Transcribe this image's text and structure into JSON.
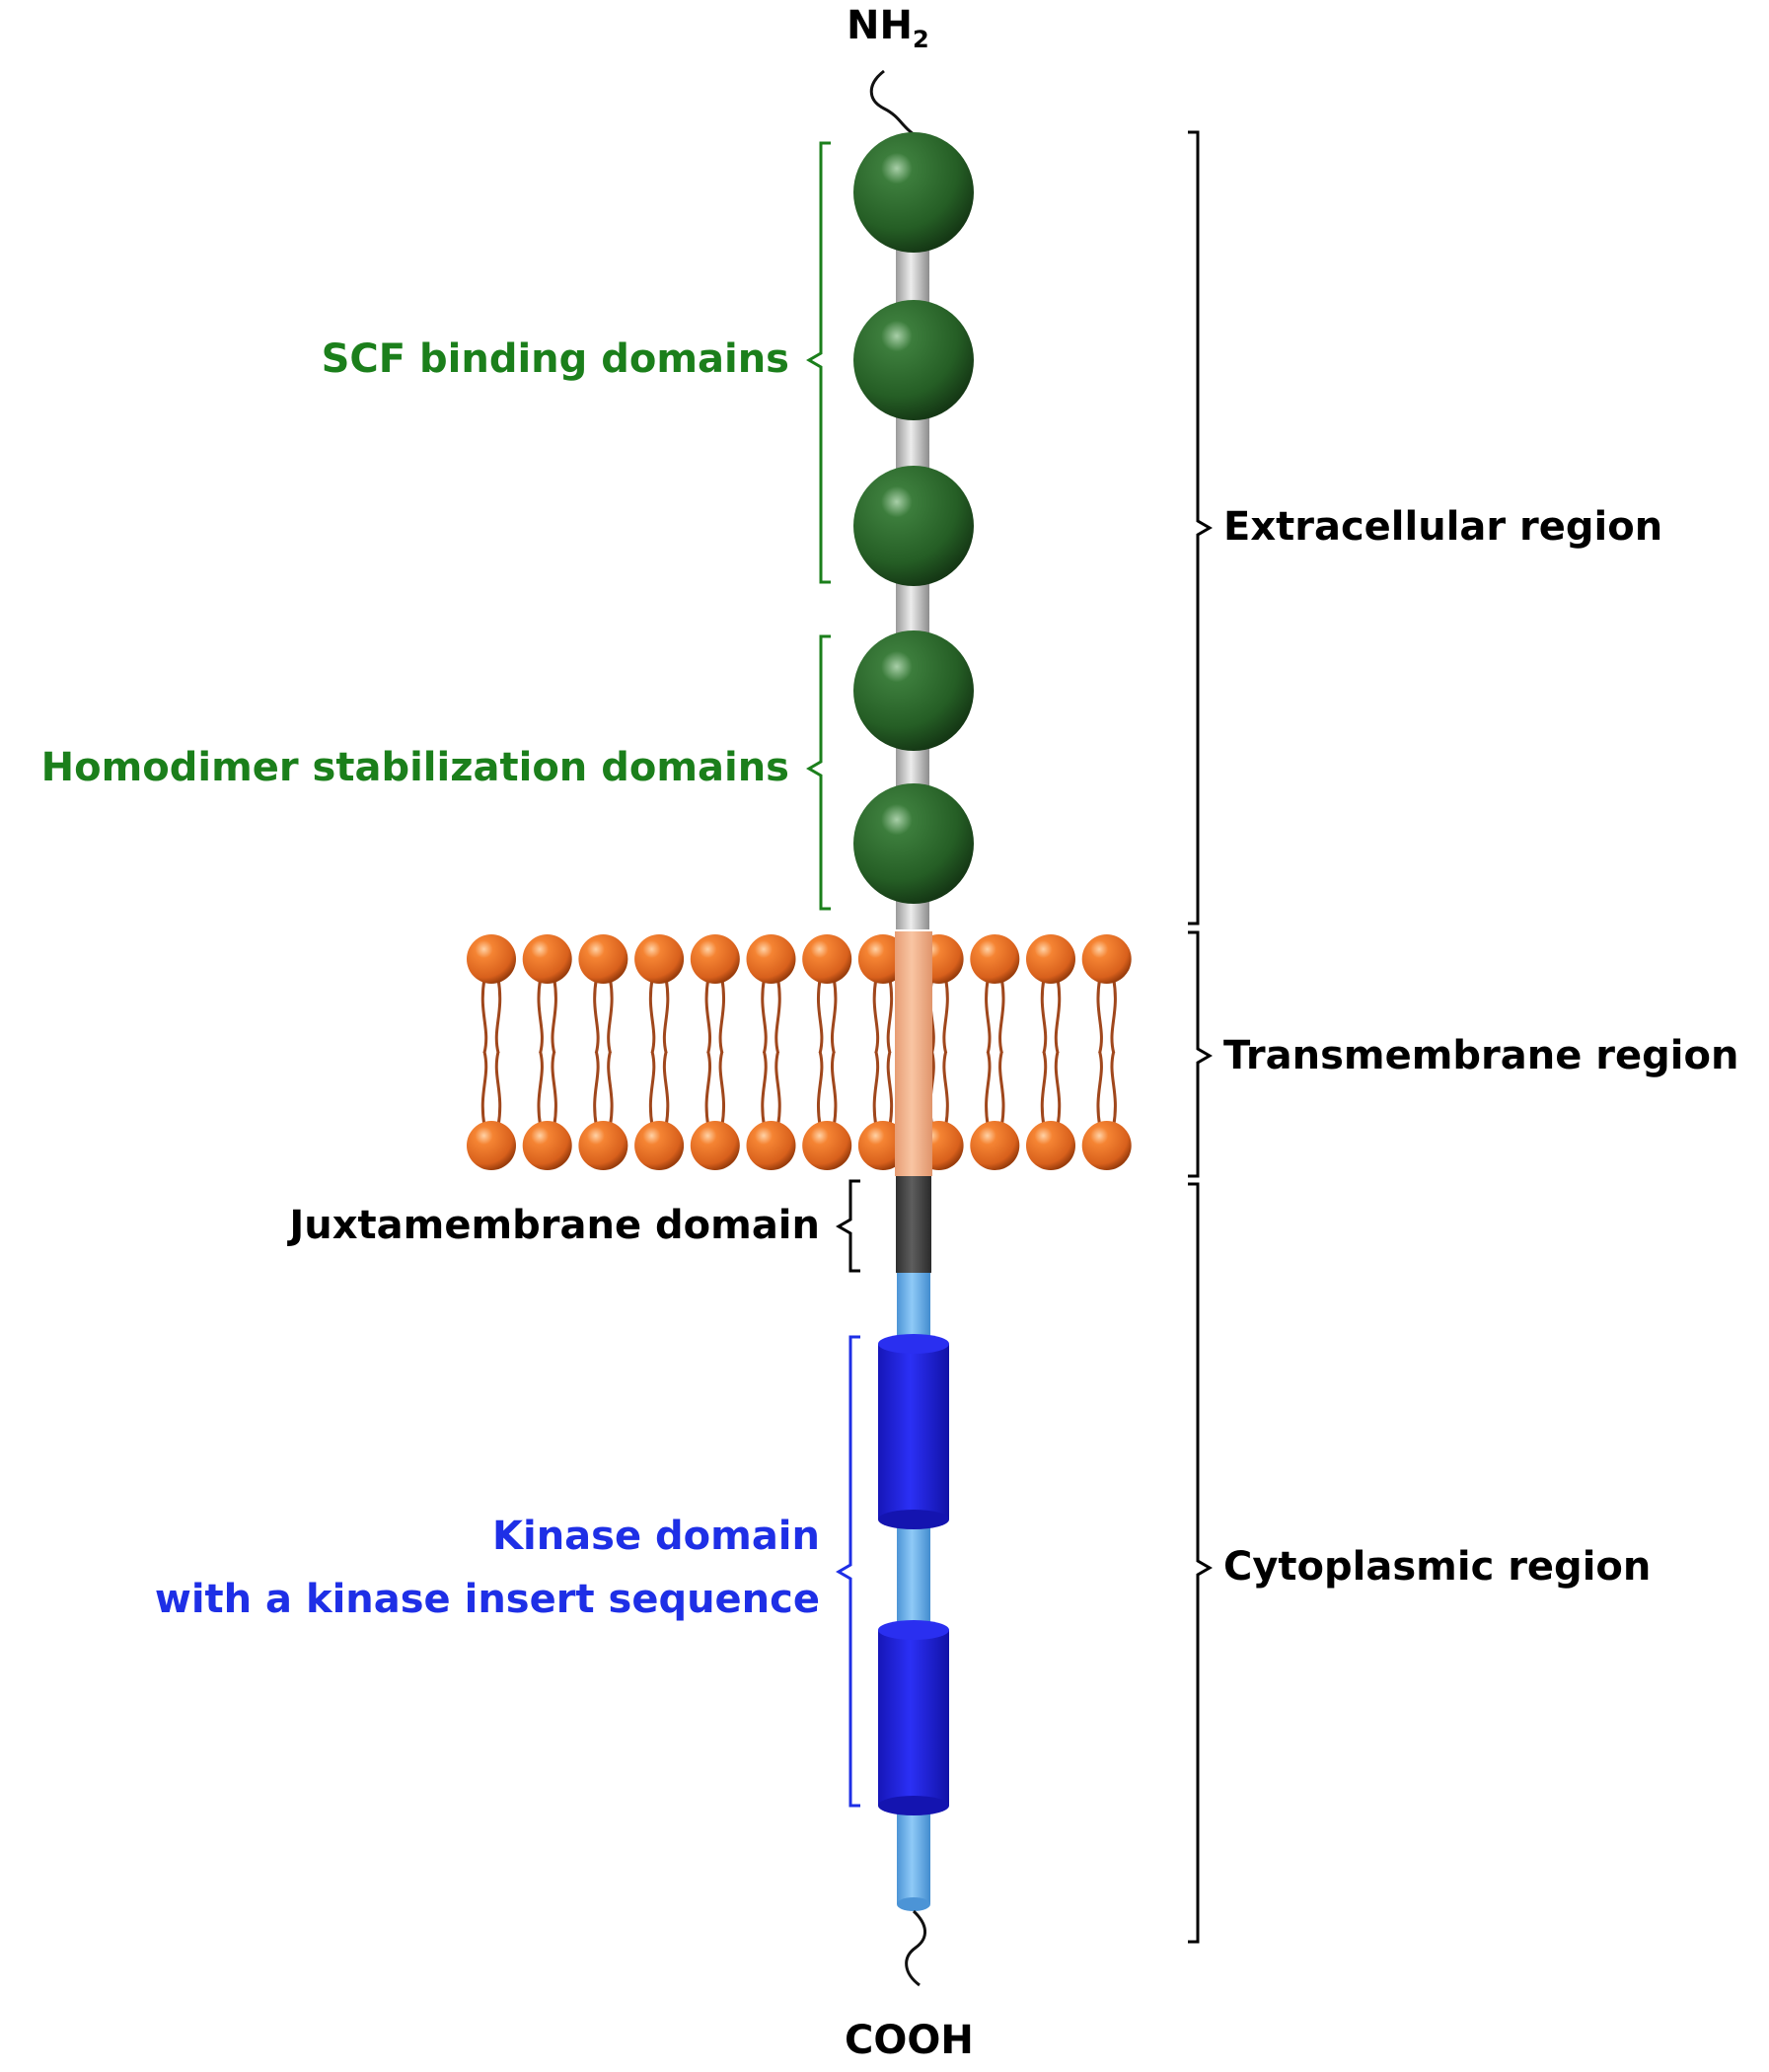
{
  "terminals": {
    "n_terminus": "NH",
    "n_terminus_sub": "2",
    "c_terminus": "COOH"
  },
  "left_labels": {
    "scf_binding": "SCF binding domains",
    "homodimer": "Homodimer stabilization domains",
    "juxtamembrane": "Juxtamembrane domain",
    "kinase_line1": "Kinase domain",
    "kinase_line2": "with a kinase insert sequence"
  },
  "right_labels": {
    "extracellular": "Extracellular region",
    "transmembrane": "Transmembrane region",
    "cytoplasmic": "Cytoplasmic region"
  },
  "colors": {
    "ig_domain": "#2e6b2e",
    "linker": "#c8c8c8",
    "transmembrane": "#f4b58f",
    "juxtamembrane": "#4a4a4a",
    "cytoplasmic_tail": "#6fb4ee",
    "kinase": "#1b1fe0",
    "lipid_head": "#f07a2a",
    "lipid_tail": "#a0471c",
    "label_green": "#1b7f1b",
    "label_blue": "#1e2fe6"
  }
}
